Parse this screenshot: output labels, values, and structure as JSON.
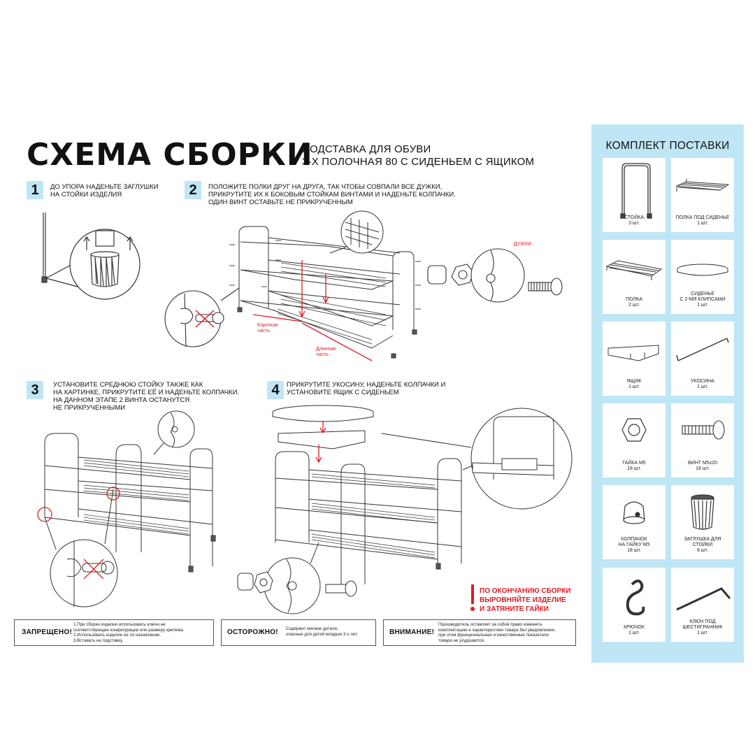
{
  "header": {
    "title": "СХЕМА СБОРКИ",
    "subtitle_line1": "ПОДСТАВКА ДЛЯ ОБУВИ",
    "subtitle_line2": "3-Х ПОЛОЧНАЯ 80 С СИДЕНЬЕМ С ЯЩИКОМ"
  },
  "steps": [
    {
      "number": "1",
      "text": [
        "ДО УПОРА НАДЕНЬТЕ ЗАГЛУШКИ",
        "НА СТОЙКИ ИЗДЕЛИЯ"
      ]
    },
    {
      "number": "2",
      "text": [
        "ПОЛОЖИТЕ ПОЛКИ ДРУГ НА ДРУГА, ТАК ЧТОБЫ СОВПАЛИ ВСЕ ДУЖКИ,",
        "ПРИКРУТИТЕ ИХ К БОКОВЫМ СТОЙКАМ  ВИНТАМИ И НАДЕНЬТЕ КОЛПАЧКИ.",
        "ОДИН ВИНТ ОСТАВЬТЕ НЕ ПРИКРУЧЕННЫМ"
      ]
    },
    {
      "number": "3",
      "text": [
        "УСТАНОВИТЕ СРЕДНЮЮ СТОЙКУ ТАКЖЕ КАК",
        "НА КАРТИНКЕ, ПРИКРУТИТЕ ЕЁ И НАДЕНЬТЕ КОЛПАЧКИ.",
        "НА ДАННОМ ЭТАПЕ 2 ВИНТА ОСТАНУТСЯ",
        "НЕ ПРИКРУЧЕННЫМИ"
      ]
    },
    {
      "number": "4",
      "text": [
        "ПРИКРУТИТЕ УКОСИНУ, НАДЕНЬТЕ КОЛПАЧКИ И",
        "УСТАНОВИТЕ ЯЩИК С СИДЕНЬЕМ"
      ]
    }
  ],
  "labels": {
    "dugki": "ДУЖКИ",
    "short_part": [
      "Короткая",
      "часть"
    ],
    "long_part": [
      "Длинная",
      "часть"
    ]
  },
  "final_note": [
    "ПО ОКОНЧАНИЮ СБОРКИ",
    "ВЫРОВНЯЙТЕ ИЗДЕЛИЕ",
    "И ЗАТЯНИТЕ ГАЙКИ"
  ],
  "warnings": [
    {
      "label": "ЗАПРЕЩЕНО!",
      "text": [
        "1.При сборке изделия использовать ключи не",
        "соответствующие конфигурации или размеру крепежа.",
        "2.Использовать изделие не по назначению.",
        "3.Вставать на подставку."
      ]
    },
    {
      "label": "ОСТОРОЖНО!",
      "text": [
        "Содержит мелкие детали,",
        "опасные для детей младше 3-х лет."
      ]
    },
    {
      "label": "ВНИМАНИЕ!",
      "text": [
        "Производитель оставляет за собой право изменять",
        "комплектацию и характеристики товара без уведомления,",
        "при этом функциональные и качественные показатели",
        "товара не ухудшаются."
      ]
    }
  ],
  "kit": {
    "title": "КОМПЛЕКТ ПОСТАВКИ",
    "items": [
      {
        "name": [
          "СТОЙКА"
        ],
        "qty": "3 шт.",
        "icon": "rack-post-icon"
      },
      {
        "name": [
          "ПОЛКА ПОД СИДЕНЬЕ"
        ],
        "qty": "1 шт.",
        "icon": "seat-shelf-icon"
      },
      {
        "name": [
          "ПОЛКА"
        ],
        "qty": "2 шт.",
        "icon": "shelf-icon"
      },
      {
        "name": [
          "СИДЕНЬЕ",
          "С 2-МЯ КЛИПСАМИ"
        ],
        "qty": "1 шт.",
        "icon": "seat-icon"
      },
      {
        "name": [
          "ЯЩИК"
        ],
        "qty": "1 шт.",
        "icon": "box-icon"
      },
      {
        "name": [
          "УКОСИНА"
        ],
        "qty": "1 шт.",
        "icon": "brace-icon"
      },
      {
        "name": [
          "ГАЙКА М5"
        ],
        "qty": "18 шт.",
        "icon": "nut-icon"
      },
      {
        "name": [
          "ВИНТ М5х20"
        ],
        "qty": "18 шт.",
        "icon": "screw-icon"
      },
      {
        "name": [
          "КОЛПАЧОК",
          "НА ГАЙКУ М5"
        ],
        "qty": "18 шт.",
        "icon": "cap-icon"
      },
      {
        "name": [
          "ЗАГЛУШКА ДЛЯ",
          "СТОЙКИ"
        ],
        "qty": "6 шт.",
        "icon": "foot-plug-icon"
      },
      {
        "name": [
          "КРЮЧОК"
        ],
        "qty": "1 шт.",
        "icon": "hook-icon"
      },
      {
        "name": [
          "КЛЮЧ ПОД",
          "ШЕСТИГРАННИК"
        ],
        "qty": "1 шт.",
        "icon": "hex-key-icon"
      }
    ]
  },
  "colors": {
    "accent_blue": "#bfe6f5",
    "warning_red": "#e01b24",
    "line": "#333333"
  }
}
